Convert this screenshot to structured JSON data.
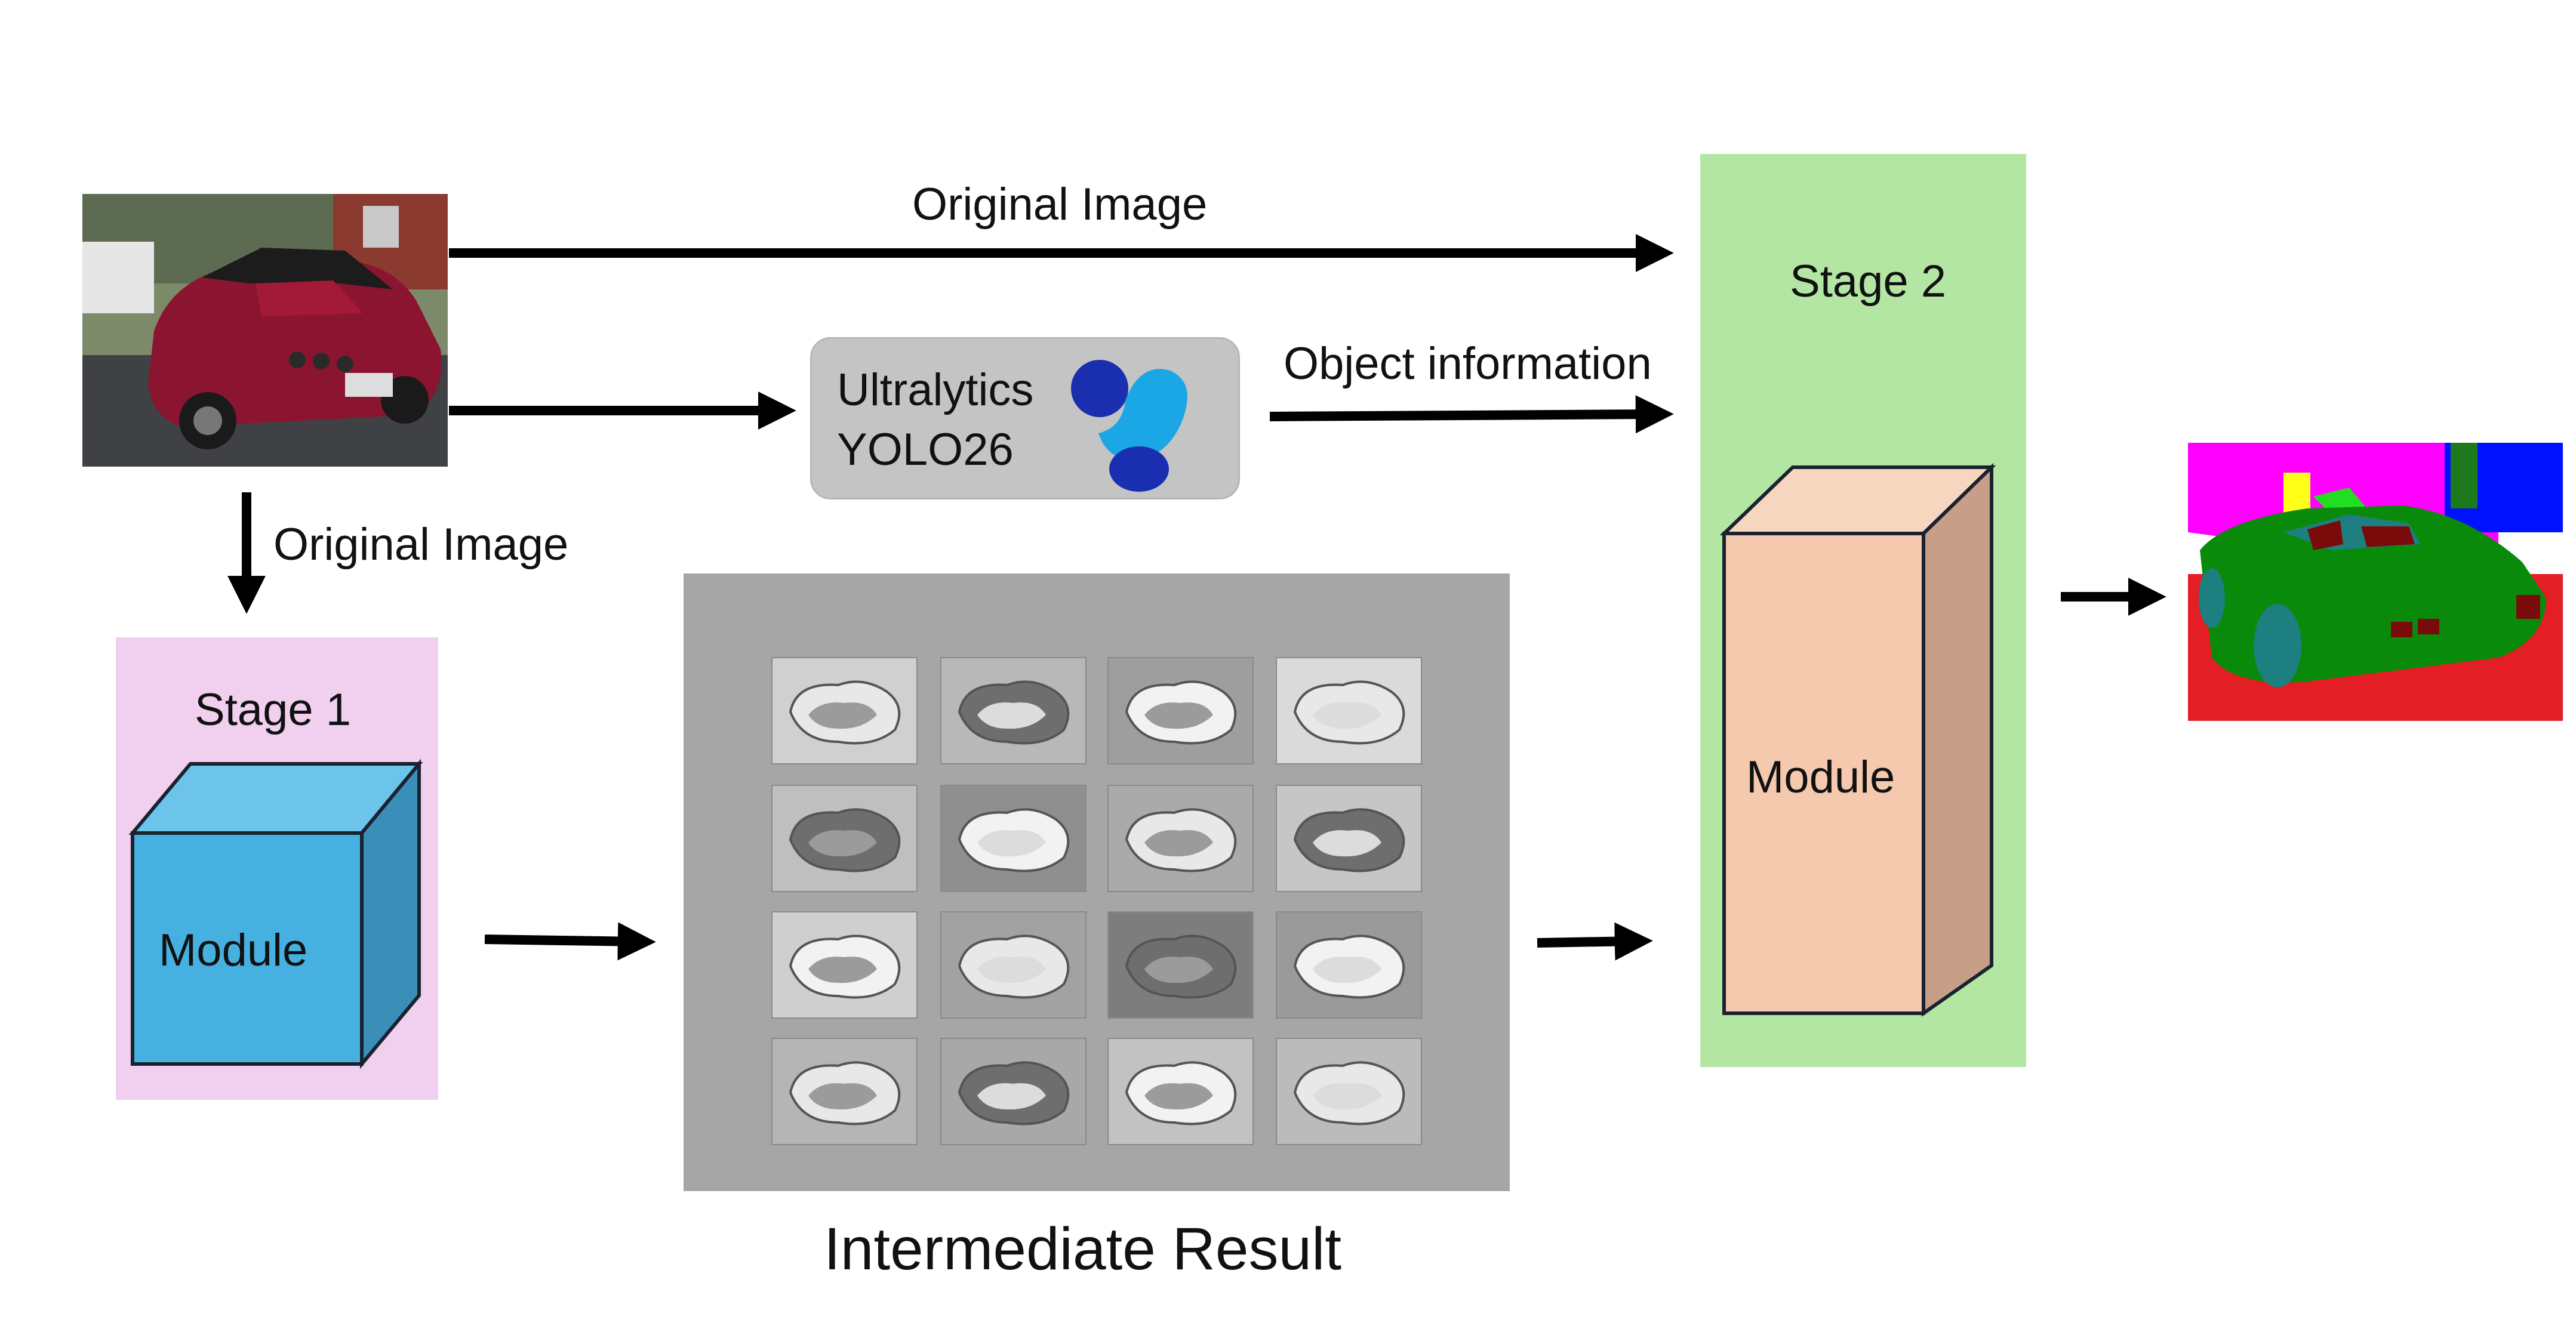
{
  "labels": {
    "original_image_top": "Original Image",
    "original_image_left": "Original Image",
    "object_information": "Object information",
    "stage1_title": "Stage 1",
    "stage1_module": "Module",
    "stage2_title": "Stage 2",
    "stage2_module": "Module",
    "intermediate_result": "Intermediate Result",
    "yolo_line1": "Ultralytics",
    "yolo_line2": "YOLO26"
  },
  "colors": {
    "stage1_bg": "#f0cfef",
    "stage2_bg": "#b3e6a3",
    "cube_blue_front": "#46b1e1",
    "cube_peach_front": "#f4c9ad",
    "intermediate_bg": "#a6a6a6",
    "yolo_box": "#c4c4c4",
    "yolo_logo_dark": "#1a2fb0",
    "yolo_logo_light": "#1ba6e6"
  },
  "icons": {
    "input_photo": "red-convertible-car-photo",
    "yolo_logo": "ultralytics-logo-icon",
    "output_mask": "segmentation-mask-image",
    "feature_maps": "feature-map-grid"
  }
}
